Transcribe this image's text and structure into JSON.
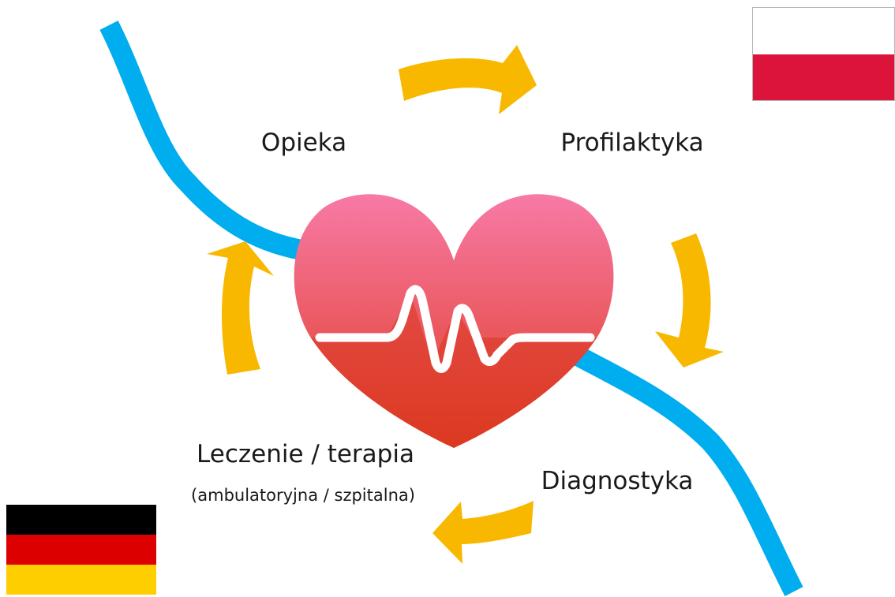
{
  "labels": {
    "care": "Opieka",
    "prevention": "Profilaktyka",
    "diagnostics": "Diagnostyka",
    "treatment": "Leczenie / terapia",
    "treatment_sub": "(ambulatoryjna / szpitalna)"
  },
  "colors": {
    "arrow": "#f9b800",
    "river": "#00adef",
    "heart_top": "#f77aa6",
    "heart_bottom": "#e03c22",
    "pulse": "#ffffff",
    "flag_pl_white": "#ffffff",
    "flag_pl_red": "#dc143c",
    "flag_de_black": "#000000",
    "flag_de_red": "#dd0000",
    "flag_de_gold": "#ffce00"
  },
  "icons": {
    "center": "heart-pulse-icon",
    "flag_top_right": "flag-poland-icon",
    "flag_bottom_left": "flag-germany-icon"
  }
}
